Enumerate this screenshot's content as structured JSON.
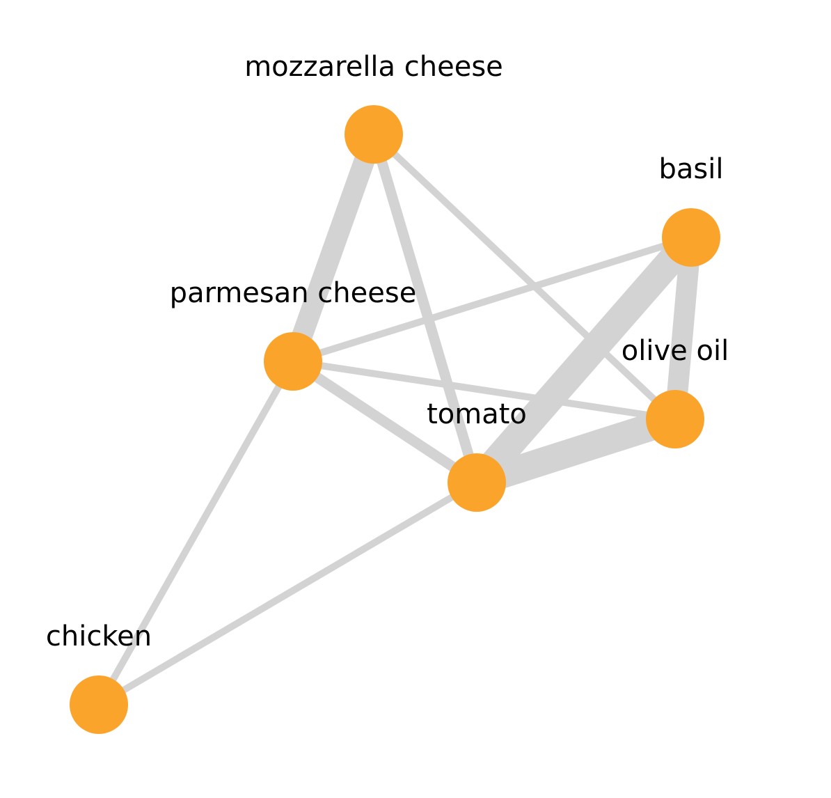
{
  "colors": {
    "background": "#ffffff",
    "node_fill": "#fba42b",
    "edge": "#d3d3d3",
    "label": "#000000"
  },
  "nodes": [
    {
      "id": "mozzarella",
      "label": "mozzarella cheese"
    },
    {
      "id": "basil",
      "label": "basil"
    },
    {
      "id": "parmesan",
      "label": "parmesan cheese"
    },
    {
      "id": "olive_oil",
      "label": "olive oil"
    },
    {
      "id": "tomato",
      "label": "tomato"
    },
    {
      "id": "chicken",
      "label": "chicken"
    }
  ],
  "edges": [
    {
      "source": "mozzarella",
      "target": "parmesan",
      "weight": 3
    },
    {
      "source": "mozzarella",
      "target": "tomato",
      "weight": 1.5
    },
    {
      "source": "mozzarella",
      "target": "olive_oil",
      "weight": 1
    },
    {
      "source": "basil",
      "target": "parmesan",
      "weight": 1
    },
    {
      "source": "basil",
      "target": "tomato",
      "weight": 4
    },
    {
      "source": "basil",
      "target": "olive_oil",
      "weight": 3
    },
    {
      "source": "parmesan",
      "target": "olive_oil",
      "weight": 1
    },
    {
      "source": "parmesan",
      "target": "tomato",
      "weight": 1.5
    },
    {
      "source": "parmesan",
      "target": "chicken",
      "weight": 1
    },
    {
      "source": "tomato",
      "target": "olive_oil",
      "weight": 4
    },
    {
      "source": "tomato",
      "target": "chicken",
      "weight": 1
    }
  ]
}
